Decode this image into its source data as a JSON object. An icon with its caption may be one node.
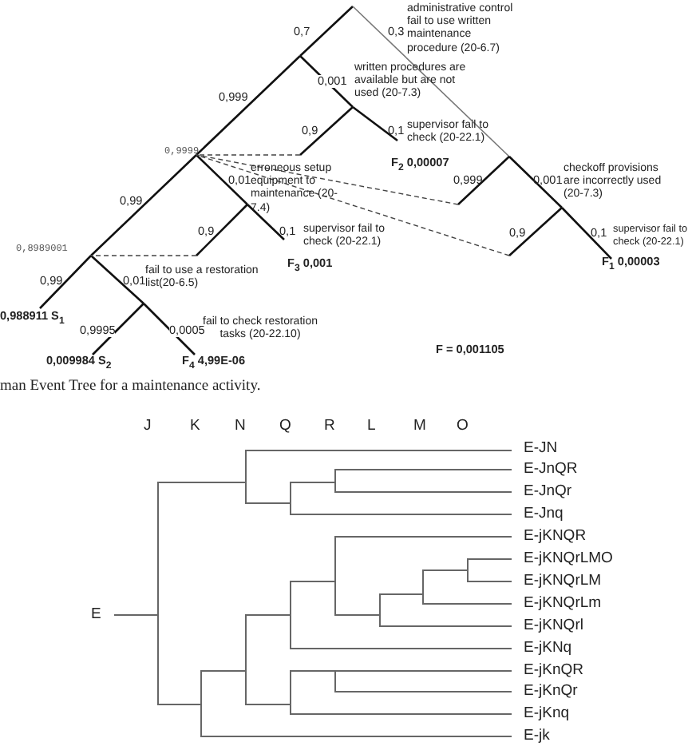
{
  "diagram": {
    "caption": "man Event Tree for a maintenance activity.",
    "labels": [
      "administrative control fail to use written maintenance procedure (20-6.7)",
      "0,7",
      "0,3",
      "written procedures are available but are not used (20-7.3)",
      "0,999",
      "0,001",
      "0,9",
      "0,1",
      "supervisor fail to check (20-22.1)",
      "F$_{2}$ 0,00007",
      "0,999",
      "0,001",
      "checkoff provisions are incorrectly used (20-7.3)",
      "0,9999",
      "erroneous setup equipment to maintenance (20-7.4)",
      "0,99",
      "0,01",
      "0,9",
      "0,1",
      "supervisor fail to check (20-22.1)",
      "0,9",
      "0,1",
      "supervisor fail to check (20-22.1)",
      "0,8989001",
      "F$_{3}$ 0,001",
      "F$_{1}$ 0,00003",
      "0,99",
      "0,01",
      "fail to use a restoration list(20-6.5)",
      "0,988911 S$_{1}$",
      "0,9995",
      "0,0005",
      "fail to check restoration tasks (20-22.10)",
      "0,009984 S$_{2}$",
      "F$_{4}$ 4,99E-06",
      "F = 0,001105",
      "J",
      "K",
      "N",
      "Q",
      "R",
      "L",
      "M",
      "O",
      "E-JN",
      "E-JnQR",
      "E-JnQr",
      "E-Jnq",
      "E-jKNQR",
      "E-jKNQrLMO",
      "E-jKNQrLM",
      "E-jKNQrLm",
      "E-jKNQrl",
      "E-jKNq",
      "E-jKnQR",
      "E-jKnQr",
      "E-jKnq",
      "E",
      "E-jk"
    ]
  }
}
